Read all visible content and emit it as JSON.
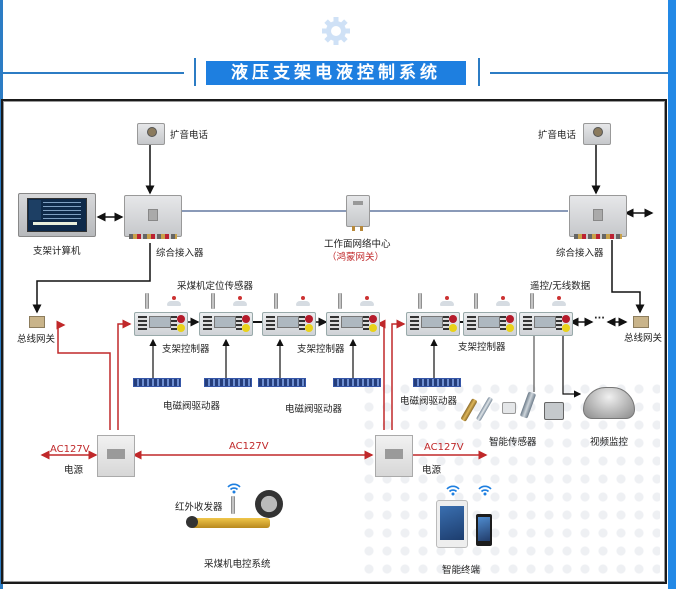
{
  "title": "液压支架电液控制系统",
  "icons": {
    "header": "gear-icon"
  },
  "top_row": {
    "left_phone": "扩音电话",
    "right_phone": "扩音电话",
    "computer": "支架计算机",
    "left_access": "综合接入器",
    "right_access": "综合接入器",
    "network_center": "工作面网络中心",
    "gateway_brand": "（鸿蒙网关）"
  },
  "middle_row": {
    "left_bus_gateway": "总线网关",
    "right_bus_gateway": "总线网关",
    "positioning_sensor": "采煤机定位传感器",
    "remote_wireless": "遥控/无线数据",
    "controller_label_1": "支架控制器",
    "controller_label_2": "支架控制器",
    "controller_label_3": "支架控制器",
    "driver_label_1": "电磁阀驱动器",
    "driver_label_2": "电磁阀驱动器",
    "driver_label_3": "电磁阀驱动器",
    "ellipsis": "···"
  },
  "bottom_row": {
    "power_left_voltage": "AC127V",
    "power_mid_voltage": "AC127V",
    "power_right_voltage": "AC127V",
    "power_left": "电源",
    "power_right": "电源",
    "smart_sensors": "智能传感器",
    "video_monitoring": "视频监控",
    "ir_transceiver": "红外收发器",
    "shearer_system": "采煤机电控系统",
    "smart_terminal": "智能终端"
  },
  "colors": {
    "title_bg": "#1e7fe0",
    "power_line": "#c0282a",
    "data_line": "#111111",
    "network_line": "#8a9ab8"
  }
}
